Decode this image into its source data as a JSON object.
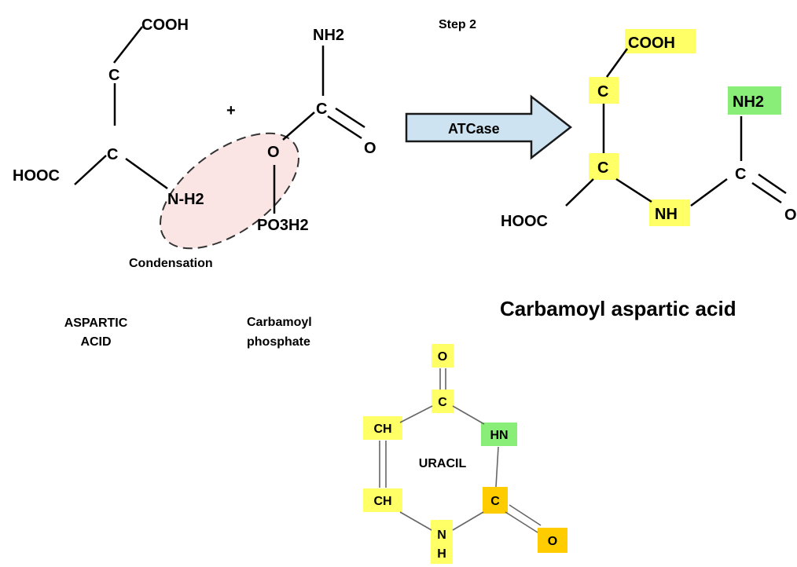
{
  "colors": {
    "yellow": "#ffff66",
    "green": "#88ee77",
    "orange": "#ffcc00",
    "arrow_fill": "#cde3f2",
    "ellipse_fill": "#fbe4e4"
  },
  "step_label": "Step 2",
  "enzyme": "ATCase",
  "condensation": "Condensation",
  "aspartic": {
    "cooh_top": "COOH",
    "c1": "C",
    "c2": "C",
    "hooc": "HOOC",
    "nh2": "N-H2",
    "name_line1": "ASPARTIC",
    "name_line2": "ACID"
  },
  "plus": "+",
  "carbamoyl_phosphate": {
    "nh2": "NH2",
    "c": "C",
    "o_double": "O",
    "o_link": "O",
    "po3h2": "PO3H2",
    "name_line1": "Carbamoyl",
    "name_line2": "phosphate"
  },
  "product": {
    "cooh": "COOH",
    "c1": "C",
    "c2": "C",
    "hooc": "HOOC",
    "nh": "NH",
    "nh2": "NH2",
    "c3": "C",
    "o": "O",
    "name": "Carbamoyl aspartic acid"
  },
  "uracil": {
    "o_top": "O",
    "c_top": "C",
    "ch_upper": "CH",
    "hn": "HN",
    "center": "URACIL",
    "ch_lower": "CH",
    "c_right": "C",
    "o_right": "O",
    "n": "N",
    "h": "H"
  }
}
